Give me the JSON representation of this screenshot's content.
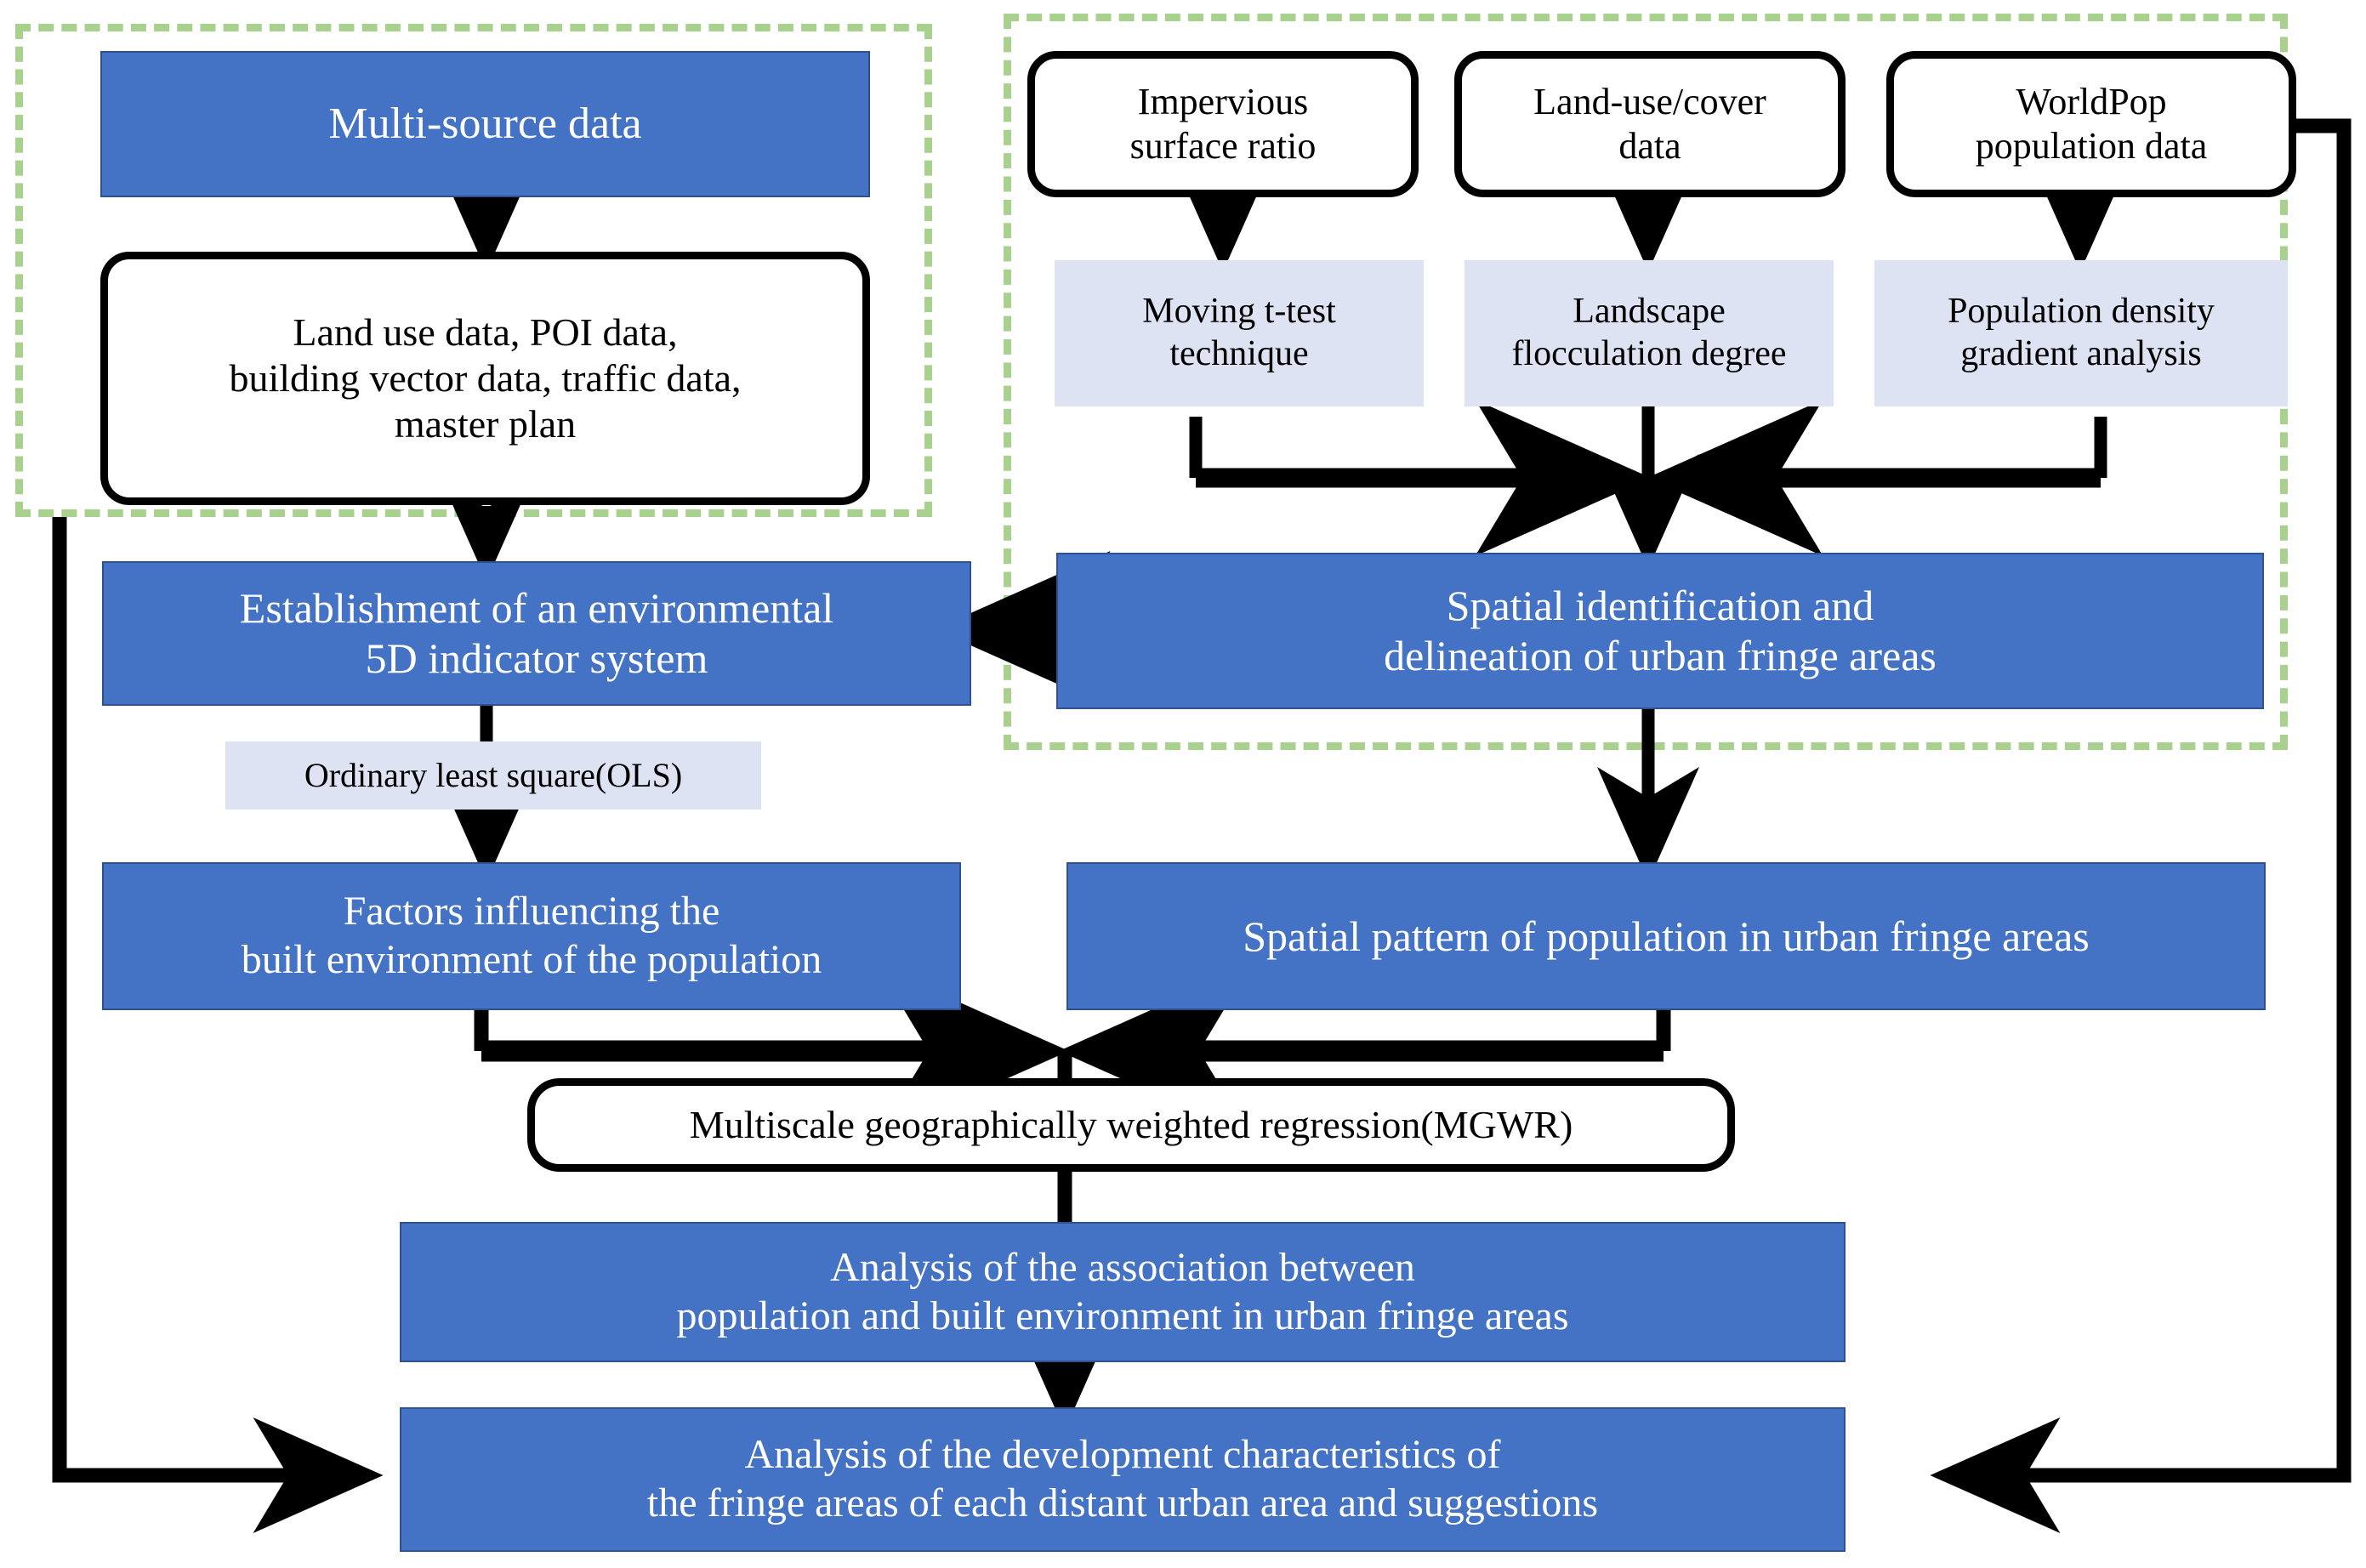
{
  "diagram": {
    "title": "Research framework flowchart: population and built environment in urban fringe areas",
    "colors": {
      "blue_fill": "#4472C4",
      "blue_border": "#2F528F",
      "lavender_fill": "#DDE3F2",
      "dashed_group_border": "#A9D18E",
      "arrow": "#000000",
      "white_text": "#FFFFFF"
    },
    "groups": [
      {
        "id": "group-left",
        "label": ""
      },
      {
        "id": "group-right",
        "label": ""
      }
    ],
    "nodes": {
      "multi_source_data": "Multi-source data",
      "data_list": "Land use data, POI data,\nbuilding vector data, traffic data,\nmaster plan",
      "impervious_surface_ratio": "Impervious\nsurface ratio",
      "land_use_cover_data": "Land-use/cover\ndata",
      "worldpop_population_data": "WorldPop\npopulation data",
      "moving_t_test": "Moving t-test\ntechnique",
      "landscape_flocculation": "Landscape\nflocculation degree",
      "population_density_gradient": "Population density\ngradient analysis",
      "indicator_system": "Establishment of an environmental\n5D indicator system",
      "spatial_identification": "Spatial identification and\ndelineation of urban fringe areas",
      "ordinary_least_square": "Ordinary least square(OLS)",
      "factors_influencing": "Factors influencing the\nbuilt environment of the population",
      "spatial_pattern": "Spatial pattern of population in urban fringe areas",
      "mgwr": "Multiscale geographically weighted regression(MGWR)",
      "association_analysis": "Analysis of the association between\npopulation and built environment in urban fringe areas",
      "development_characteristics": "Analysis of the development characteristics of\nthe fringe areas of each distant urban area and suggestions"
    },
    "edges": [
      {
        "from": "multi_source_data",
        "to": "data_list",
        "type": "arrow-down"
      },
      {
        "from": "data_list",
        "to": "indicator_system",
        "type": "arrow-down"
      },
      {
        "from": "impervious_surface_ratio",
        "to": "moving_t_test",
        "type": "arrow-down"
      },
      {
        "from": "land_use_cover_data",
        "to": "landscape_flocculation",
        "type": "arrow-down"
      },
      {
        "from": "worldpop_population_data",
        "to": "population_density_gradient",
        "type": "arrow-down"
      },
      {
        "from": "moving_t_test,landscape_flocculation,population_density_gradient",
        "to": "spatial_identification",
        "type": "merge-down"
      },
      {
        "from": "spatial_identification",
        "to": "indicator_system",
        "type": "arrow-left"
      },
      {
        "from": "indicator_system",
        "to": "factors_influencing",
        "type": "arrow-down-via-ols"
      },
      {
        "from": "spatial_identification",
        "to": "spatial_pattern",
        "type": "arrow-down"
      },
      {
        "from": "factors_influencing,spatial_pattern",
        "to": "mgwr",
        "type": "merge-down"
      },
      {
        "from": "mgwr",
        "to": "association_analysis",
        "type": "arrow-down"
      },
      {
        "from": "association_analysis",
        "to": "development_characteristics",
        "type": "arrow-down"
      },
      {
        "from": "indicator_system",
        "to": "development_characteristics",
        "type": "feedback-left"
      },
      {
        "from": "worldpop_population_data",
        "to": "development_characteristics",
        "type": "feedback-right"
      }
    ]
  }
}
